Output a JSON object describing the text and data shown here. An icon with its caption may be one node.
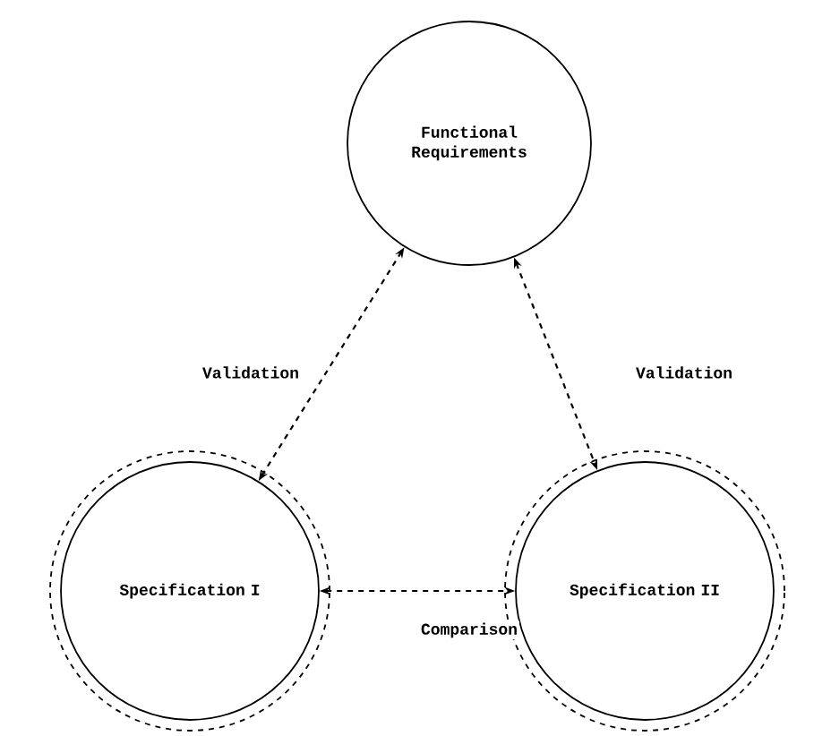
{
  "diagram": {
    "nodes": [
      {
        "text": [
          "Functional Requirements"
        ]
      },
      {
        "text": [
          "Specification I"
        ]
      },
      {
        "text": [
          "Specification II"
        ]
      }
    ],
    "edges": [
      {
        "from": 1,
        "to": 0,
        "arrow": "both",
        "style": "dashed",
        "label": "Validation"
      },
      {
        "from": 0,
        "to": 2,
        "arrow": "both",
        "style": "dashed",
        "label": "Validation"
      },
      {
        "from": 1,
        "to": 2,
        "arrow": "both",
        "style": "dashed",
        "label": "Comparison"
      }
    ]
  }
}
